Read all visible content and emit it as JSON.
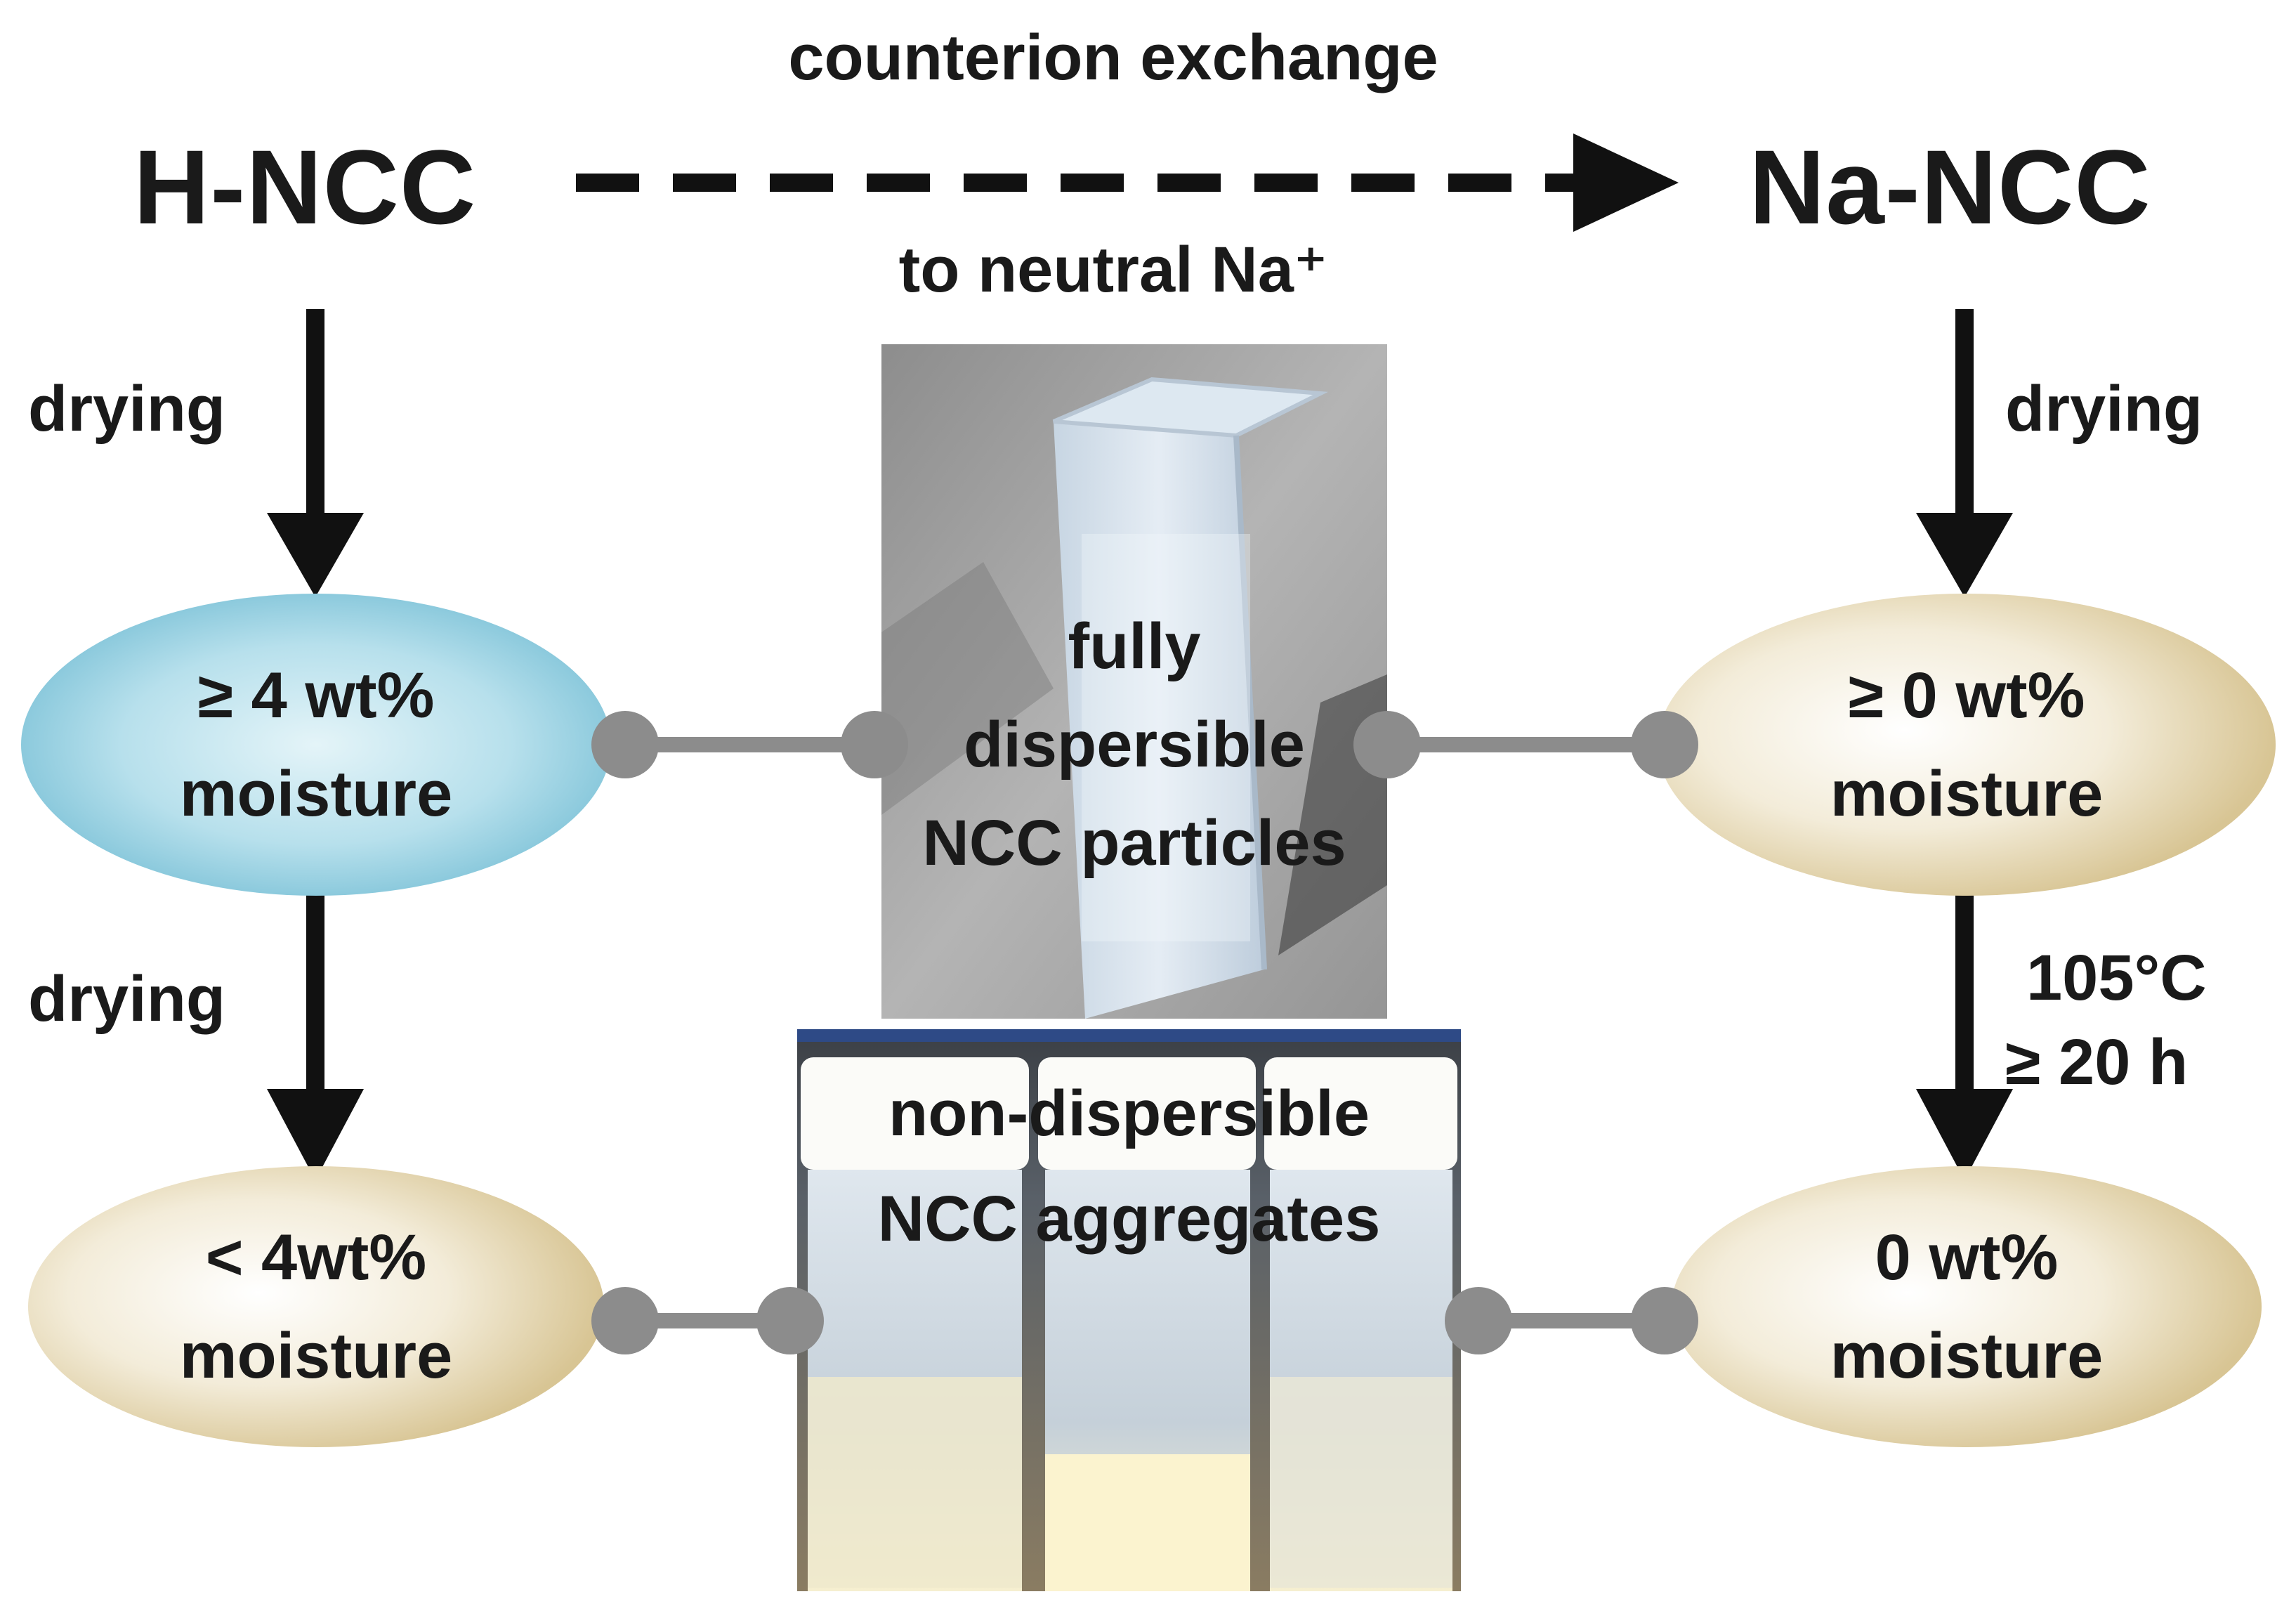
{
  "top": {
    "left_node": "H-NCC",
    "right_node": "Na-NCC",
    "arrow_label_top": "counterion exchange",
    "arrow_label_bottom": "to neutral Na⁺"
  },
  "left_column": {
    "step1_label": "drying",
    "state1_line1": "≥ 4 wt%",
    "state1_line2": "moisture",
    "step2_label": "drying",
    "state2_line1": "< 4wt%",
    "state2_line2": "moisture"
  },
  "right_column": {
    "step1_label": "drying",
    "state1_line1": "≥ 0 wt%",
    "state1_line2": "moisture",
    "step2_label_line1": "105°C",
    "step2_label_line2": "≥ 20 h",
    "state2_line1": "0 wt%",
    "state2_line2": "moisture"
  },
  "center": {
    "upper_photo_line1": "fully",
    "upper_photo_line2": "dispersible",
    "upper_photo_line3": "NCC particles",
    "lower_photo_line1": "non-dispersible",
    "lower_photo_line2": "NCC aggregates"
  },
  "colors": {
    "text": "#1a1a1a",
    "arrow": "#111111",
    "connector": "#8c8c8c",
    "blue_state": "#a8dbe8",
    "tan_state": "#e6d8b4"
  }
}
